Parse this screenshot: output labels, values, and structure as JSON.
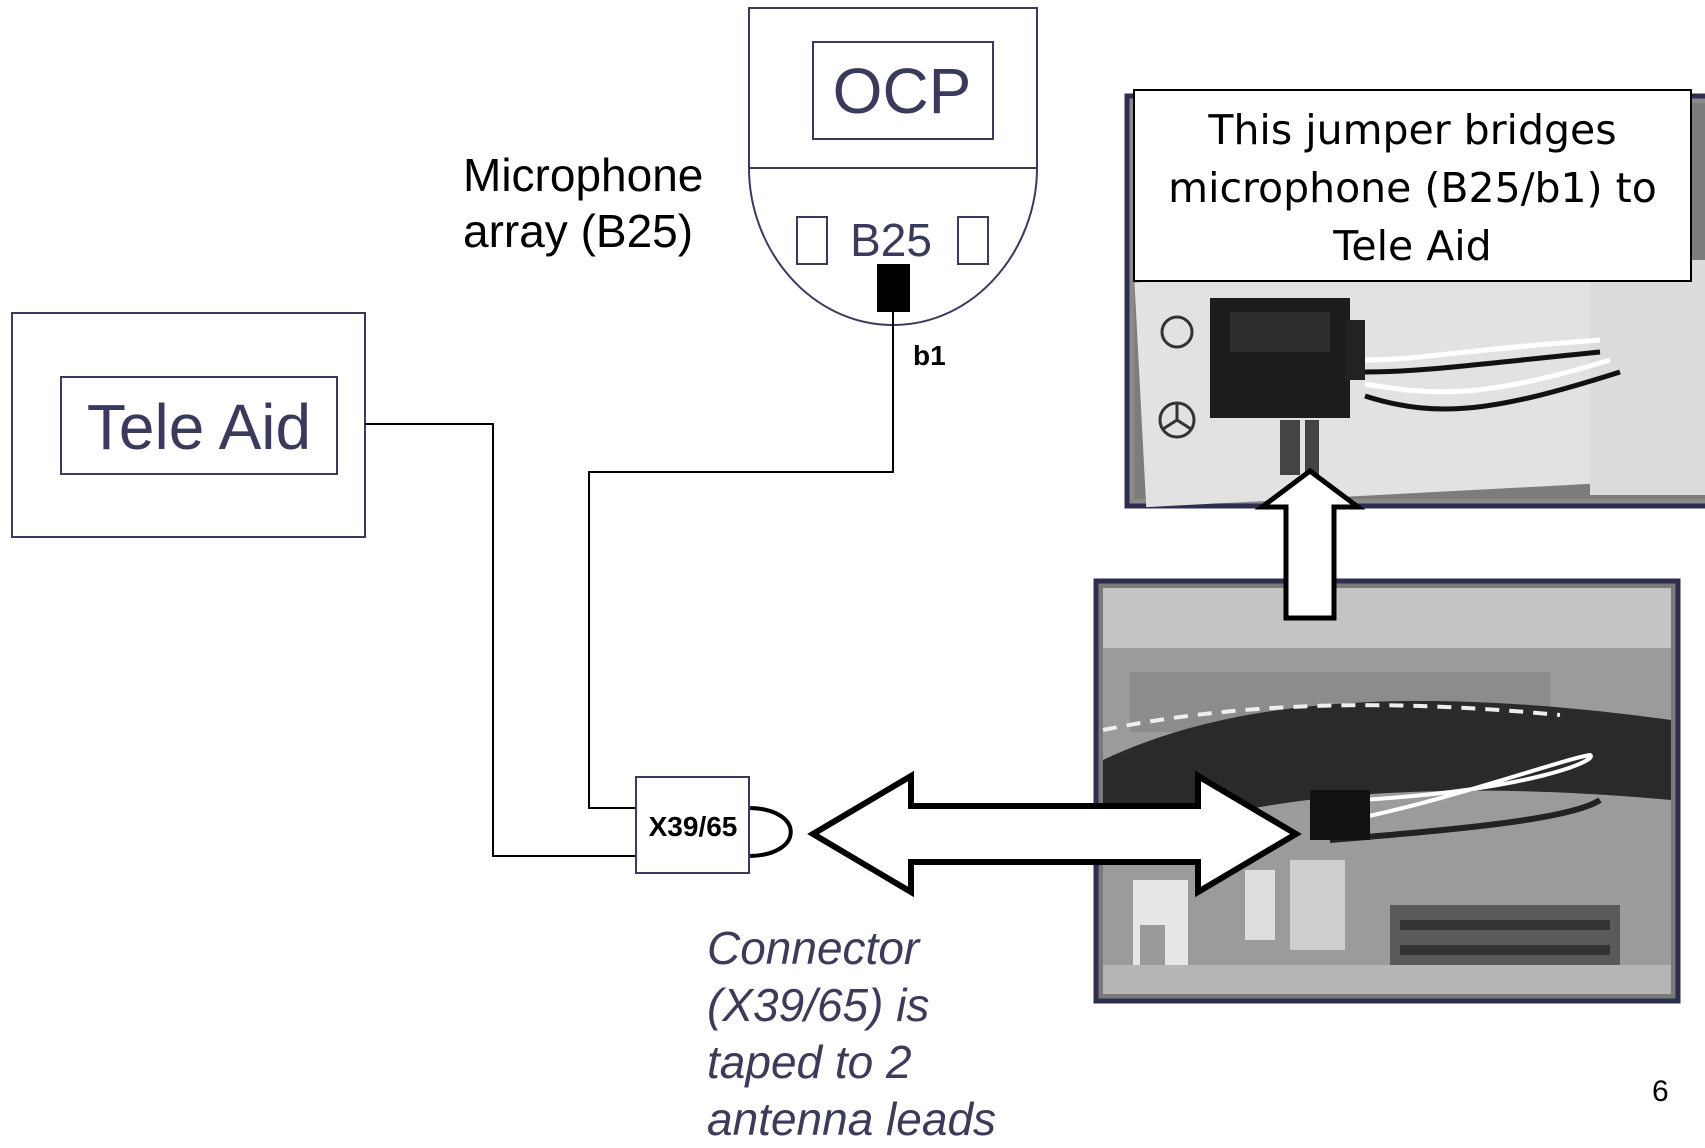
{
  "labels": {
    "ocp": "OCP",
    "b25": "B25",
    "b1": "b1",
    "tele_aid": "Tele Aid",
    "microphone_array": "Microphone\narray (B25)",
    "connector_id": "X39/65"
  },
  "callout": {
    "text": "This jumper bridges microphone (B25/b1) to Tele Aid"
  },
  "caption": {
    "text": "Connector (X39/65) is taped to 2 antenna leads"
  },
  "page_number": "6",
  "colors": {
    "diagram_text": "#3a3a5c",
    "box_border": "#3a3a5c",
    "wire": "#000000",
    "photo_frame": "#2e2e4e"
  },
  "photos": {
    "top": "photo of connector jumper plugged into Tele Aid module label",
    "bottom": "photo of wiring harness with connector X39/65 taped to antenna leads"
  }
}
